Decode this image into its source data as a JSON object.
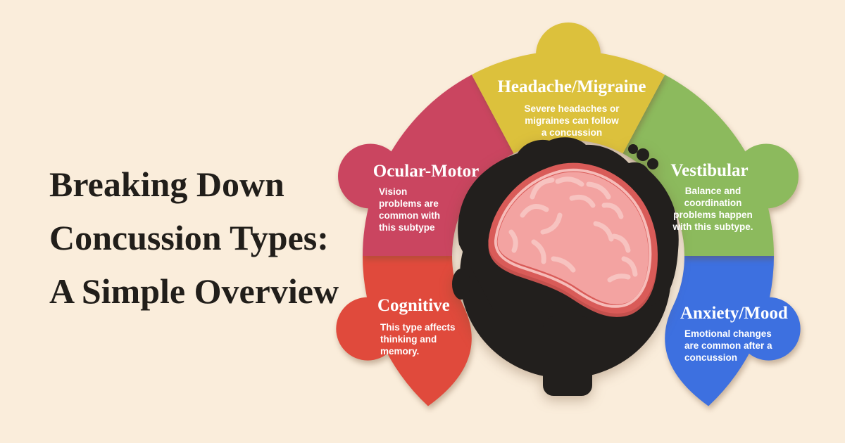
{
  "page": {
    "background_color": "#FAEDDB",
    "title_color": "#211E1A"
  },
  "main_title": {
    "line1": "Breaking Down",
    "line2": "Concussion Types:",
    "line3": "A Simple Overview"
  },
  "diagram": {
    "illustration": "child-head-silhouette-with-brain",
    "head_color": "#221F1D",
    "brain_fill": "#F3A3A1",
    "brain_outline": "#D95B58",
    "brain_inner_line": "#F6BCB9",
    "brain_gyri_color": "#F7C3C0",
    "hole_color": "#FBF0E1",
    "segments": [
      {
        "id": "headache-migraine",
        "label": "Headache/Migraine",
        "description": "Severe headaches or migraines can follow a concussion",
        "color": "#DCC13C"
      },
      {
        "id": "vestibular",
        "label": "Vestibular",
        "description": "Balance and coordination problems happen with this subtype.",
        "color": "#8CBA5D"
      },
      {
        "id": "anxiety-mood",
        "label": "Anxiety/Mood",
        "description": "Emotional changes are common after a concussion",
        "color": "#3D70E0"
      },
      {
        "id": "cognitive",
        "label": "Cognitive",
        "description": "This type affects thinking and memory.",
        "color": "#E04A3C"
      },
      {
        "id": "ocular-motor",
        "label": "Ocular-Motor",
        "description": "Vision problems are common with this subtype",
        "color": "#CA4560"
      }
    ]
  }
}
